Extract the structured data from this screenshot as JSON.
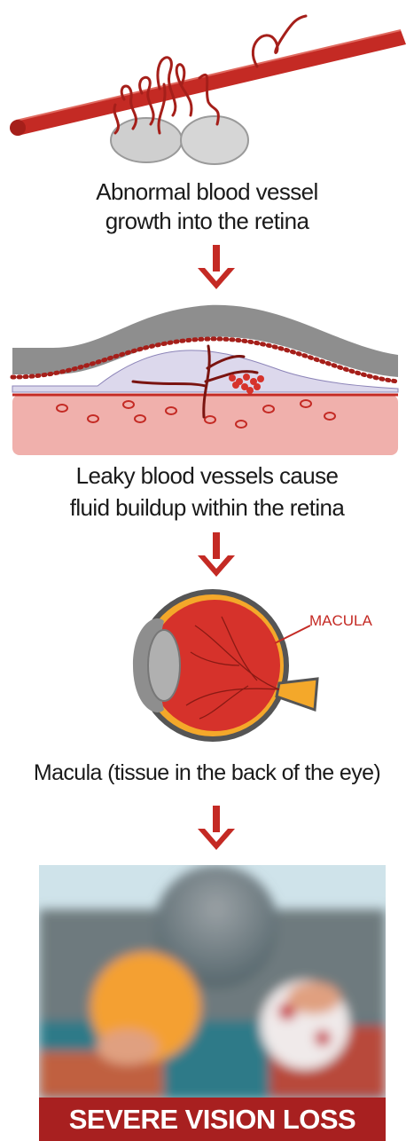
{
  "steps": [
    {
      "caption_line1": "Abnormal blood vessel",
      "caption_line2": "growth into the retina"
    },
    {
      "caption_line1": "Leaky blood vessels cause",
      "caption_line2": "fluid buildup within the retina"
    },
    {
      "caption_line1": "Macula (tissue in the back of the eye)"
    }
  ],
  "eye_label": "MACULA",
  "banner": "SEVERE VISION LOSS",
  "colors": {
    "vessel_red": "#c42a24",
    "arrow_red": "#c42a24",
    "banner_red": "#a82020",
    "retina_gray": "#8e8e8e",
    "tissue_pink": "#f0b0ac"
  },
  "icons": [
    "blood-vessel-illustration",
    "retina-cross-section-illustration",
    "eye-anatomy-illustration",
    "blurred-vision-photo"
  ]
}
